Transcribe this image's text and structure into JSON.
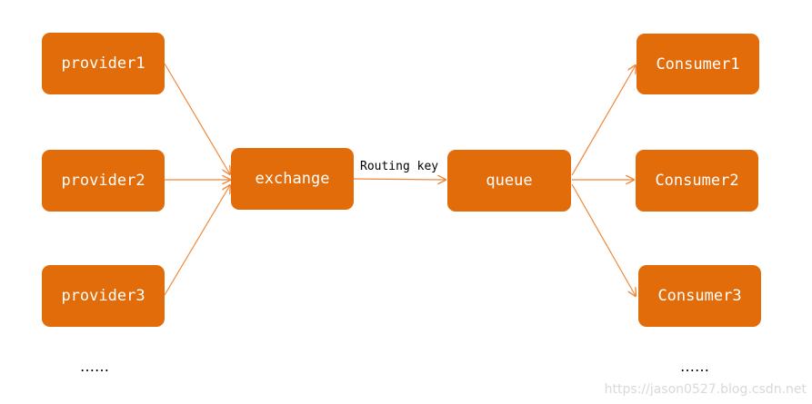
{
  "colors": {
    "node_fill": "#E36C0A",
    "arrow": "#F0883A",
    "text": "#ffffff"
  },
  "providers": [
    "provider1",
    "provider2",
    "provider3"
  ],
  "providers_more": "……",
  "exchange": "exchange",
  "routing_key": "Routing key",
  "queue": "queue",
  "consumers": [
    "Consumer1",
    "Consumer2",
    "Consumer3"
  ],
  "consumers_more": "……",
  "watermark": "https://jason0527.blog.csdn.net"
}
